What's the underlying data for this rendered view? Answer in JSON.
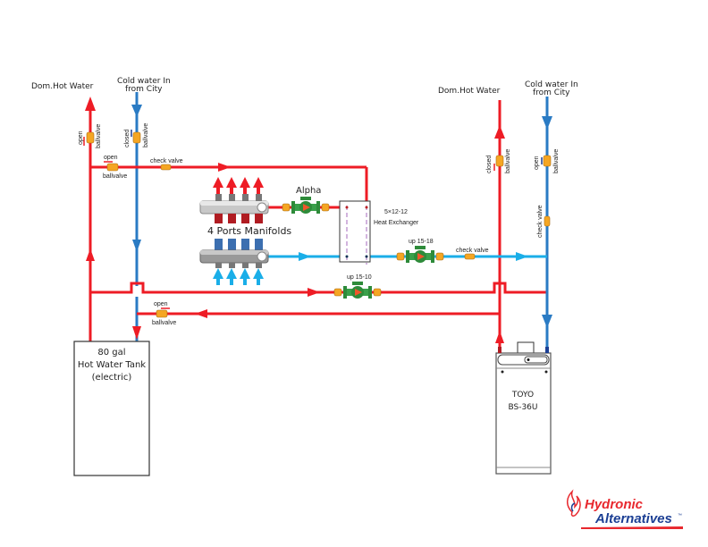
{
  "colors": {
    "hot": "#ee1c25",
    "cold_city": "#2a7bc4",
    "cold_loop": "#1aaee8",
    "valve": "#f5a623",
    "pump_green": "#2e8b3a",
    "pump_orange": "#f0562b",
    "logo_red": "#e8282e",
    "logo_blue": "#1c3f94"
  },
  "left_side": {
    "dom_hot_water": "Dom.Hot Water",
    "cold_in_line1": "Cold water In",
    "cold_in_line2": "from City",
    "hot_ballvalve_state": "open",
    "hot_ballvalve_label": "ballvalve",
    "cold_ballvalve_state": "closed",
    "cold_ballvalve_label": "ballvalve",
    "branch_ballvalve_state": "open",
    "branch_ballvalve_label": "ballvalve",
    "check_valve": "check valve",
    "return_ballvalve_state": "open",
    "return_ballvalve_label": "ballvalve"
  },
  "tank": {
    "line1": "80 gal",
    "line2": "Hot Water Tank",
    "line3": "(electric)"
  },
  "manifolds": {
    "label": "4 Ports Manifolds",
    "ports": 4
  },
  "pumps": {
    "alpha": "Alpha",
    "up1518": "up 15-18",
    "up1510": "up 15-10"
  },
  "heat_exchanger": {
    "line1": "5×12-12",
    "line2": "Heat Exchanger"
  },
  "right_side": {
    "dom_hot_water": "Dom.Hot Water",
    "cold_in_line1": "Cold water In",
    "cold_in_line2": "from City",
    "hot_ballvalve_state": "closed",
    "hot_ballvalve_label": "ballvalve",
    "cold_ballvalve_state": "open",
    "cold_ballvalve_label": "ballvalve",
    "check_valve_vertical": "check valve",
    "check_valve_loop": "check valve"
  },
  "boiler": {
    "line1": "TOYO",
    "line2": "BS-36U"
  },
  "logo": {
    "line1": "Hydronic",
    "line2": "Alternatives",
    "tm": "™"
  }
}
